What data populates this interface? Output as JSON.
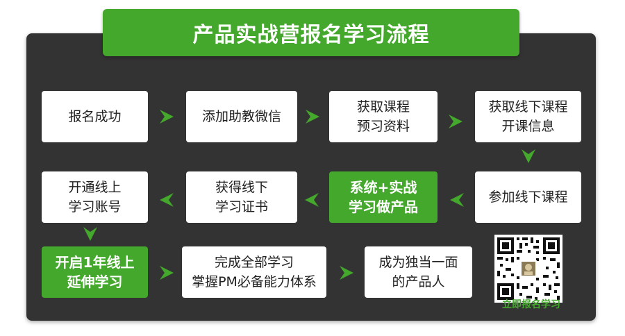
{
  "title": "产品实战营报名学习流程",
  "steps": {
    "s1": "报名成功",
    "s2": "添加助教微信",
    "s3": "获取课程\n预习资料",
    "s4": "获取线下课程\n开课信息",
    "s5": "参加线下课程",
    "s6": "系统+实战\n学习做产品",
    "s7": "获得线下\n学习证书",
    "s8": "开通线上\n学习账号",
    "s9": "开启1年线上\n延伸学习",
    "s10": "完成全部学习\n掌握PM必备能力体系",
    "s11": "成为独当一面\n的产品人"
  },
  "qr_caption": "立即报名学习",
  "colors": {
    "accent": "#44a82c",
    "panel": "#333333",
    "box": "#ffffff"
  }
}
